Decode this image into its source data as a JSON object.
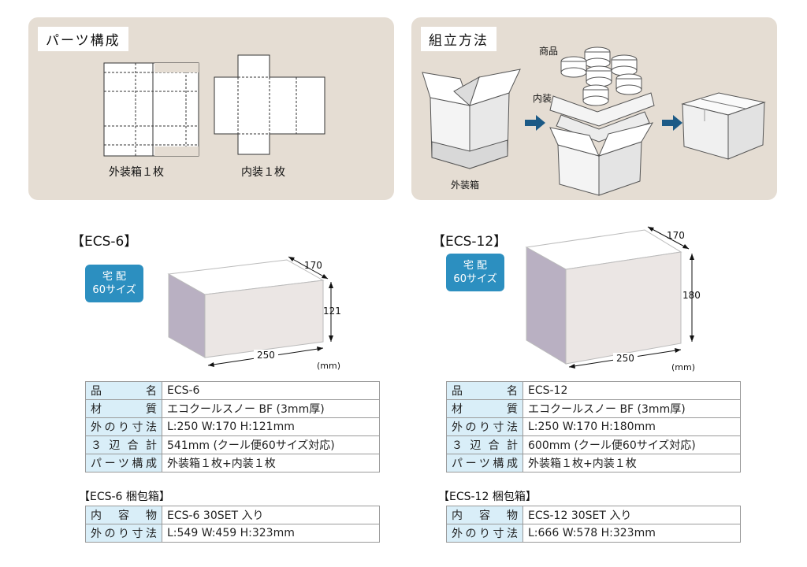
{
  "parts_panel": {
    "title": "パーツ構成",
    "outer_caption": "外装箱１枚",
    "inner_caption": "内装１枚"
  },
  "assembly_panel": {
    "title": "組立方法",
    "label_product": "商品",
    "label_inner": "内装",
    "label_outer": "外装箱"
  },
  "models": [
    {
      "title": "【ECS-6】",
      "badge_line1": "宅 配",
      "badge_line2": "60サイズ",
      "dims": {
        "depth": "170",
        "height": "121",
        "width": "250",
        "unit": "(mm)"
      },
      "specs": [
        {
          "label": "品　　名",
          "value": "ECS-6"
        },
        {
          "label": "材　　質",
          "value": "エコクールスノー BF (3mm厚)"
        },
        {
          "label": "外のり寸法",
          "value": "L:250  W:170  H:121mm"
        },
        {
          "label": "３ 辺 合 計",
          "value": "541mm  (クール便60サイズ対応)"
        },
        {
          "label": "パーツ構成",
          "value": "外装箱１枚+内装１枚"
        }
      ],
      "pack_title": "【ECS-6 梱包箱】",
      "pack": [
        {
          "label": "内 容 物",
          "value": "ECS-6  30SET 入り"
        },
        {
          "label": "外のり寸法",
          "value": "L:549  W:459  H:323mm"
        }
      ]
    },
    {
      "title": "【ECS-12】",
      "badge_line1": "宅 配",
      "badge_line2": "60サイズ",
      "dims": {
        "depth": "170",
        "height": "180",
        "width": "250",
        "unit": "(mm)"
      },
      "specs": [
        {
          "label": "品　　名",
          "value": "ECS-12"
        },
        {
          "label": "材　　質",
          "value": "エコクールスノー BF (3mm厚)"
        },
        {
          "label": "外のり寸法",
          "value": "L:250  W:170  H:180mm"
        },
        {
          "label": "３ 辺 合 計",
          "value": "600mm  (クール便60サイズ対応)"
        },
        {
          "label": "パーツ構成",
          "value": "外装箱１枚+内装１枚"
        }
      ],
      "pack_title": "【ECS-12 梱包箱】",
      "pack": [
        {
          "label": "内 容 物",
          "value": "ECS-12  30SET 入り"
        },
        {
          "label": "外のり寸法",
          "value": "L:666  W:578  H:323mm"
        }
      ]
    }
  ]
}
